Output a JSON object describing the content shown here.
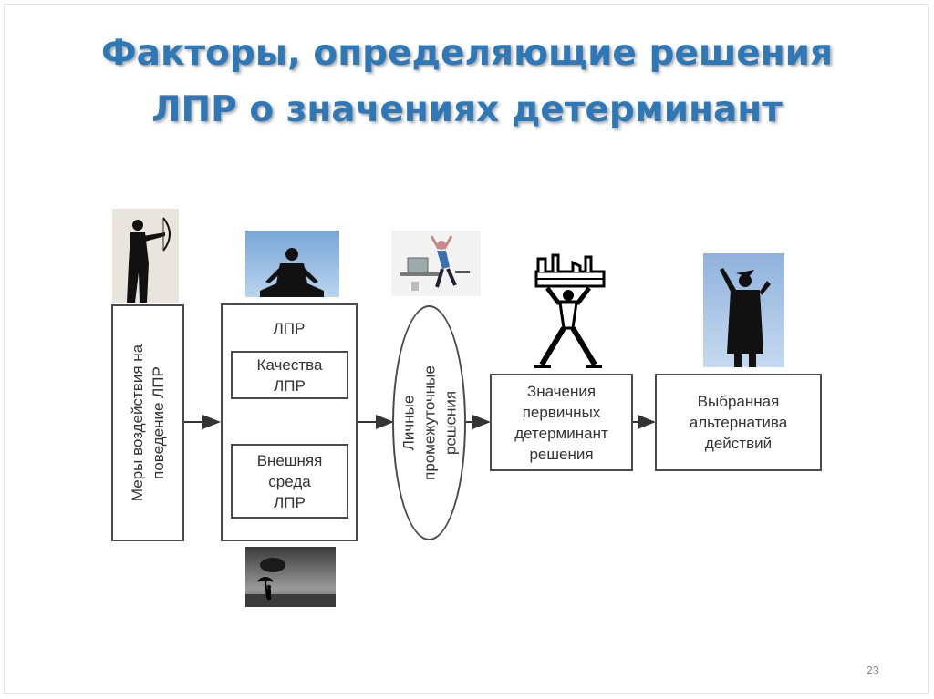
{
  "slide": {
    "title_line1": "Факторы, определяющие решения",
    "title_line2": "ЛПР о значениях детерминант",
    "page_number": "23",
    "title_color": "#2e78b8"
  },
  "diagram": {
    "measures": {
      "line1": "Меры воздействия на",
      "line2": "поведение ЛПР"
    },
    "dm": {
      "label": "ЛПР",
      "qualities": {
        "line1": "Качества",
        "line2": "ЛПР"
      },
      "environment": {
        "line1": "Внешняя",
        "line2": "среда",
        "line3": "ЛПР"
      }
    },
    "personal": {
      "line1": "Личные",
      "line2": "промежуточные",
      "line3": "решения"
    },
    "primary": {
      "line1": "Значения",
      "line2": "первичных",
      "line3": "детерминант",
      "line4": "решения"
    },
    "chosen": {
      "line1": "Выбранная",
      "line2": "альтернатива",
      "line3": "действий"
    }
  },
  "pictures": [
    {
      "name": "archer-silhouette-photo"
    },
    {
      "name": "meditating-person-photo"
    },
    {
      "name": "office-worker-photo"
    },
    {
      "name": "atlas-factory-clipart"
    },
    {
      "name": "graduate-silhouette-photo"
    },
    {
      "name": "person-umbrella-field-photo"
    }
  ]
}
